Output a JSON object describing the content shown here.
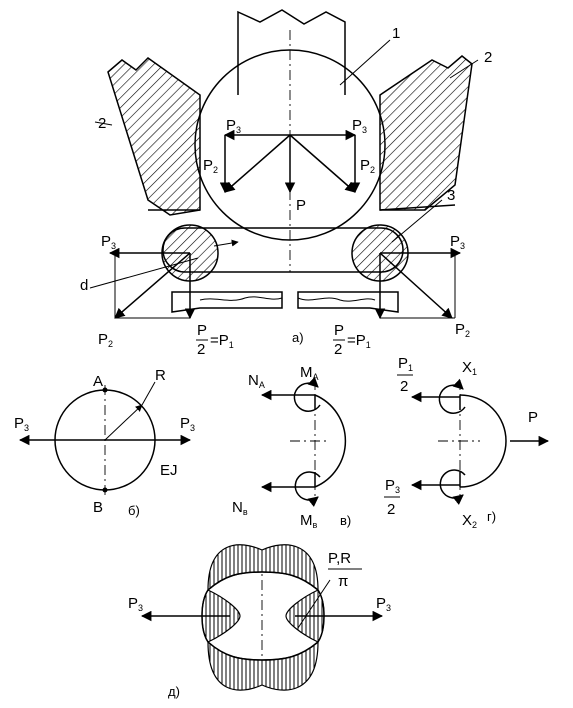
{
  "colors": {
    "ink": "#000000",
    "paper": "#ffffff"
  },
  "labels": {
    "part1": "1",
    "part2_left": "2",
    "part2_right": "2",
    "part3": "3",
    "diameter": "d",
    "force_P": "P",
    "half_P": "P/2=P",
    "radius": "R",
    "stiffness": "EJ",
    "point_A": "A",
    "point_B": "B",
    "N_A": "N",
    "N_B": "N",
    "M_A": "M",
    "M_B": "M",
    "X1": "X",
    "X2": "X",
    "moment_value": "P,R",
    "moment_den": "π"
  },
  "captions": {
    "a": "а)",
    "b": "б)",
    "v": "в)",
    "g": "г)",
    "d": "д)"
  }
}
